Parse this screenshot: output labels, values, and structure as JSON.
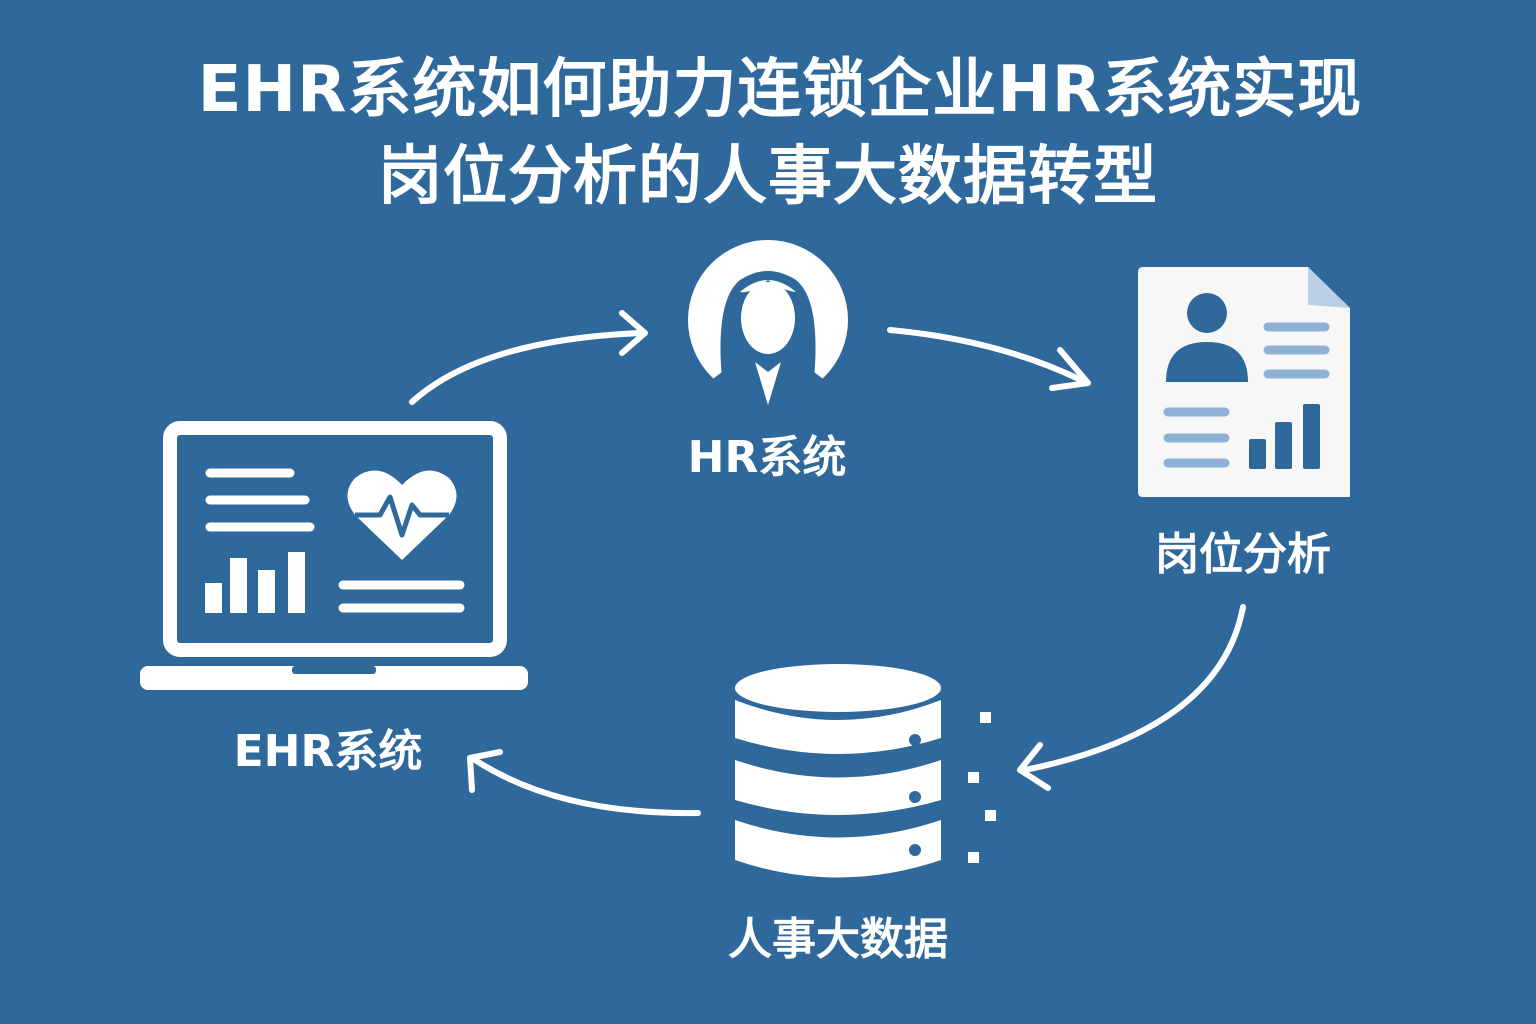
{
  "title": {
    "line1": "EHR系统如何助力连锁企业HR系统实现",
    "line2": "岗位分析的人事大数据转型"
  },
  "nodes": {
    "hr": "HR系统",
    "job_analysis": "岗位分析",
    "ehr": "EHR系统",
    "big_data": "人事大数据"
  },
  "colors": {
    "background": "#2f699c",
    "foreground": "#ffffff",
    "accent_light": "#8fb1d6"
  }
}
